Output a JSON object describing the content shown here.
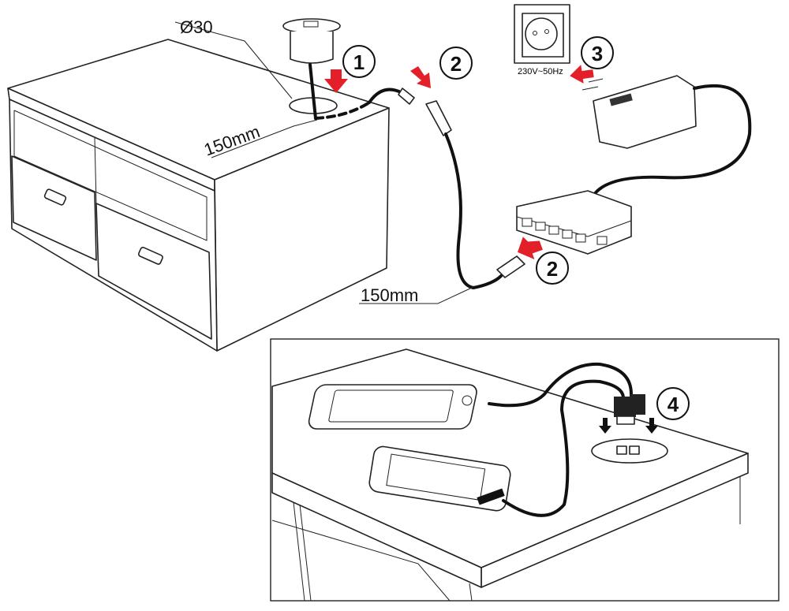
{
  "labels": {
    "hole_diameter": "Ø30",
    "cable_length_top": "150mm",
    "cable_length_bottom": "150mm",
    "voltage": "230V~50Hz"
  },
  "steps": [
    "1",
    "2",
    "2",
    "3",
    "4"
  ],
  "colors": {
    "arrow": "#e3202a",
    "line": "#222222",
    "cable": "#111111"
  }
}
